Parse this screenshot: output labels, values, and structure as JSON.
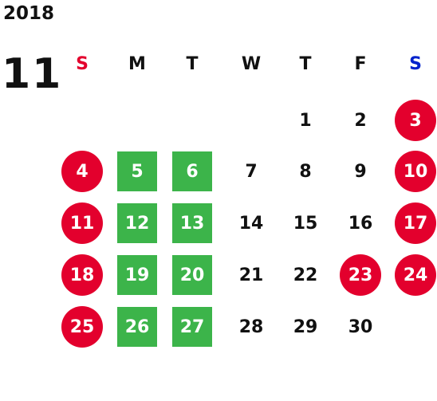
{
  "calendar": {
    "year": "2018",
    "month": "11",
    "weekdays": [
      {
        "label": "S",
        "color": "#e3002d"
      },
      {
        "label": "M",
        "color": "#111111"
      },
      {
        "label": "T",
        "color": "#111111"
      },
      {
        "label": "W",
        "color": "#111111"
      },
      {
        "label": "T",
        "color": "#111111"
      },
      {
        "label": "F",
        "color": "#111111"
      },
      {
        "label": "S",
        "color": "#0022cc"
      }
    ],
    "first_weekday": 4,
    "days_in_month": 30,
    "holiday_days": [
      3,
      4,
      10,
      11,
      17,
      18,
      23,
      24,
      25
    ],
    "closed_days": [
      5,
      6,
      12,
      13,
      19,
      20,
      26,
      27
    ],
    "colors": {
      "holiday": "#e3002d",
      "closed": "#3cb44a",
      "text": "#111111"
    }
  }
}
